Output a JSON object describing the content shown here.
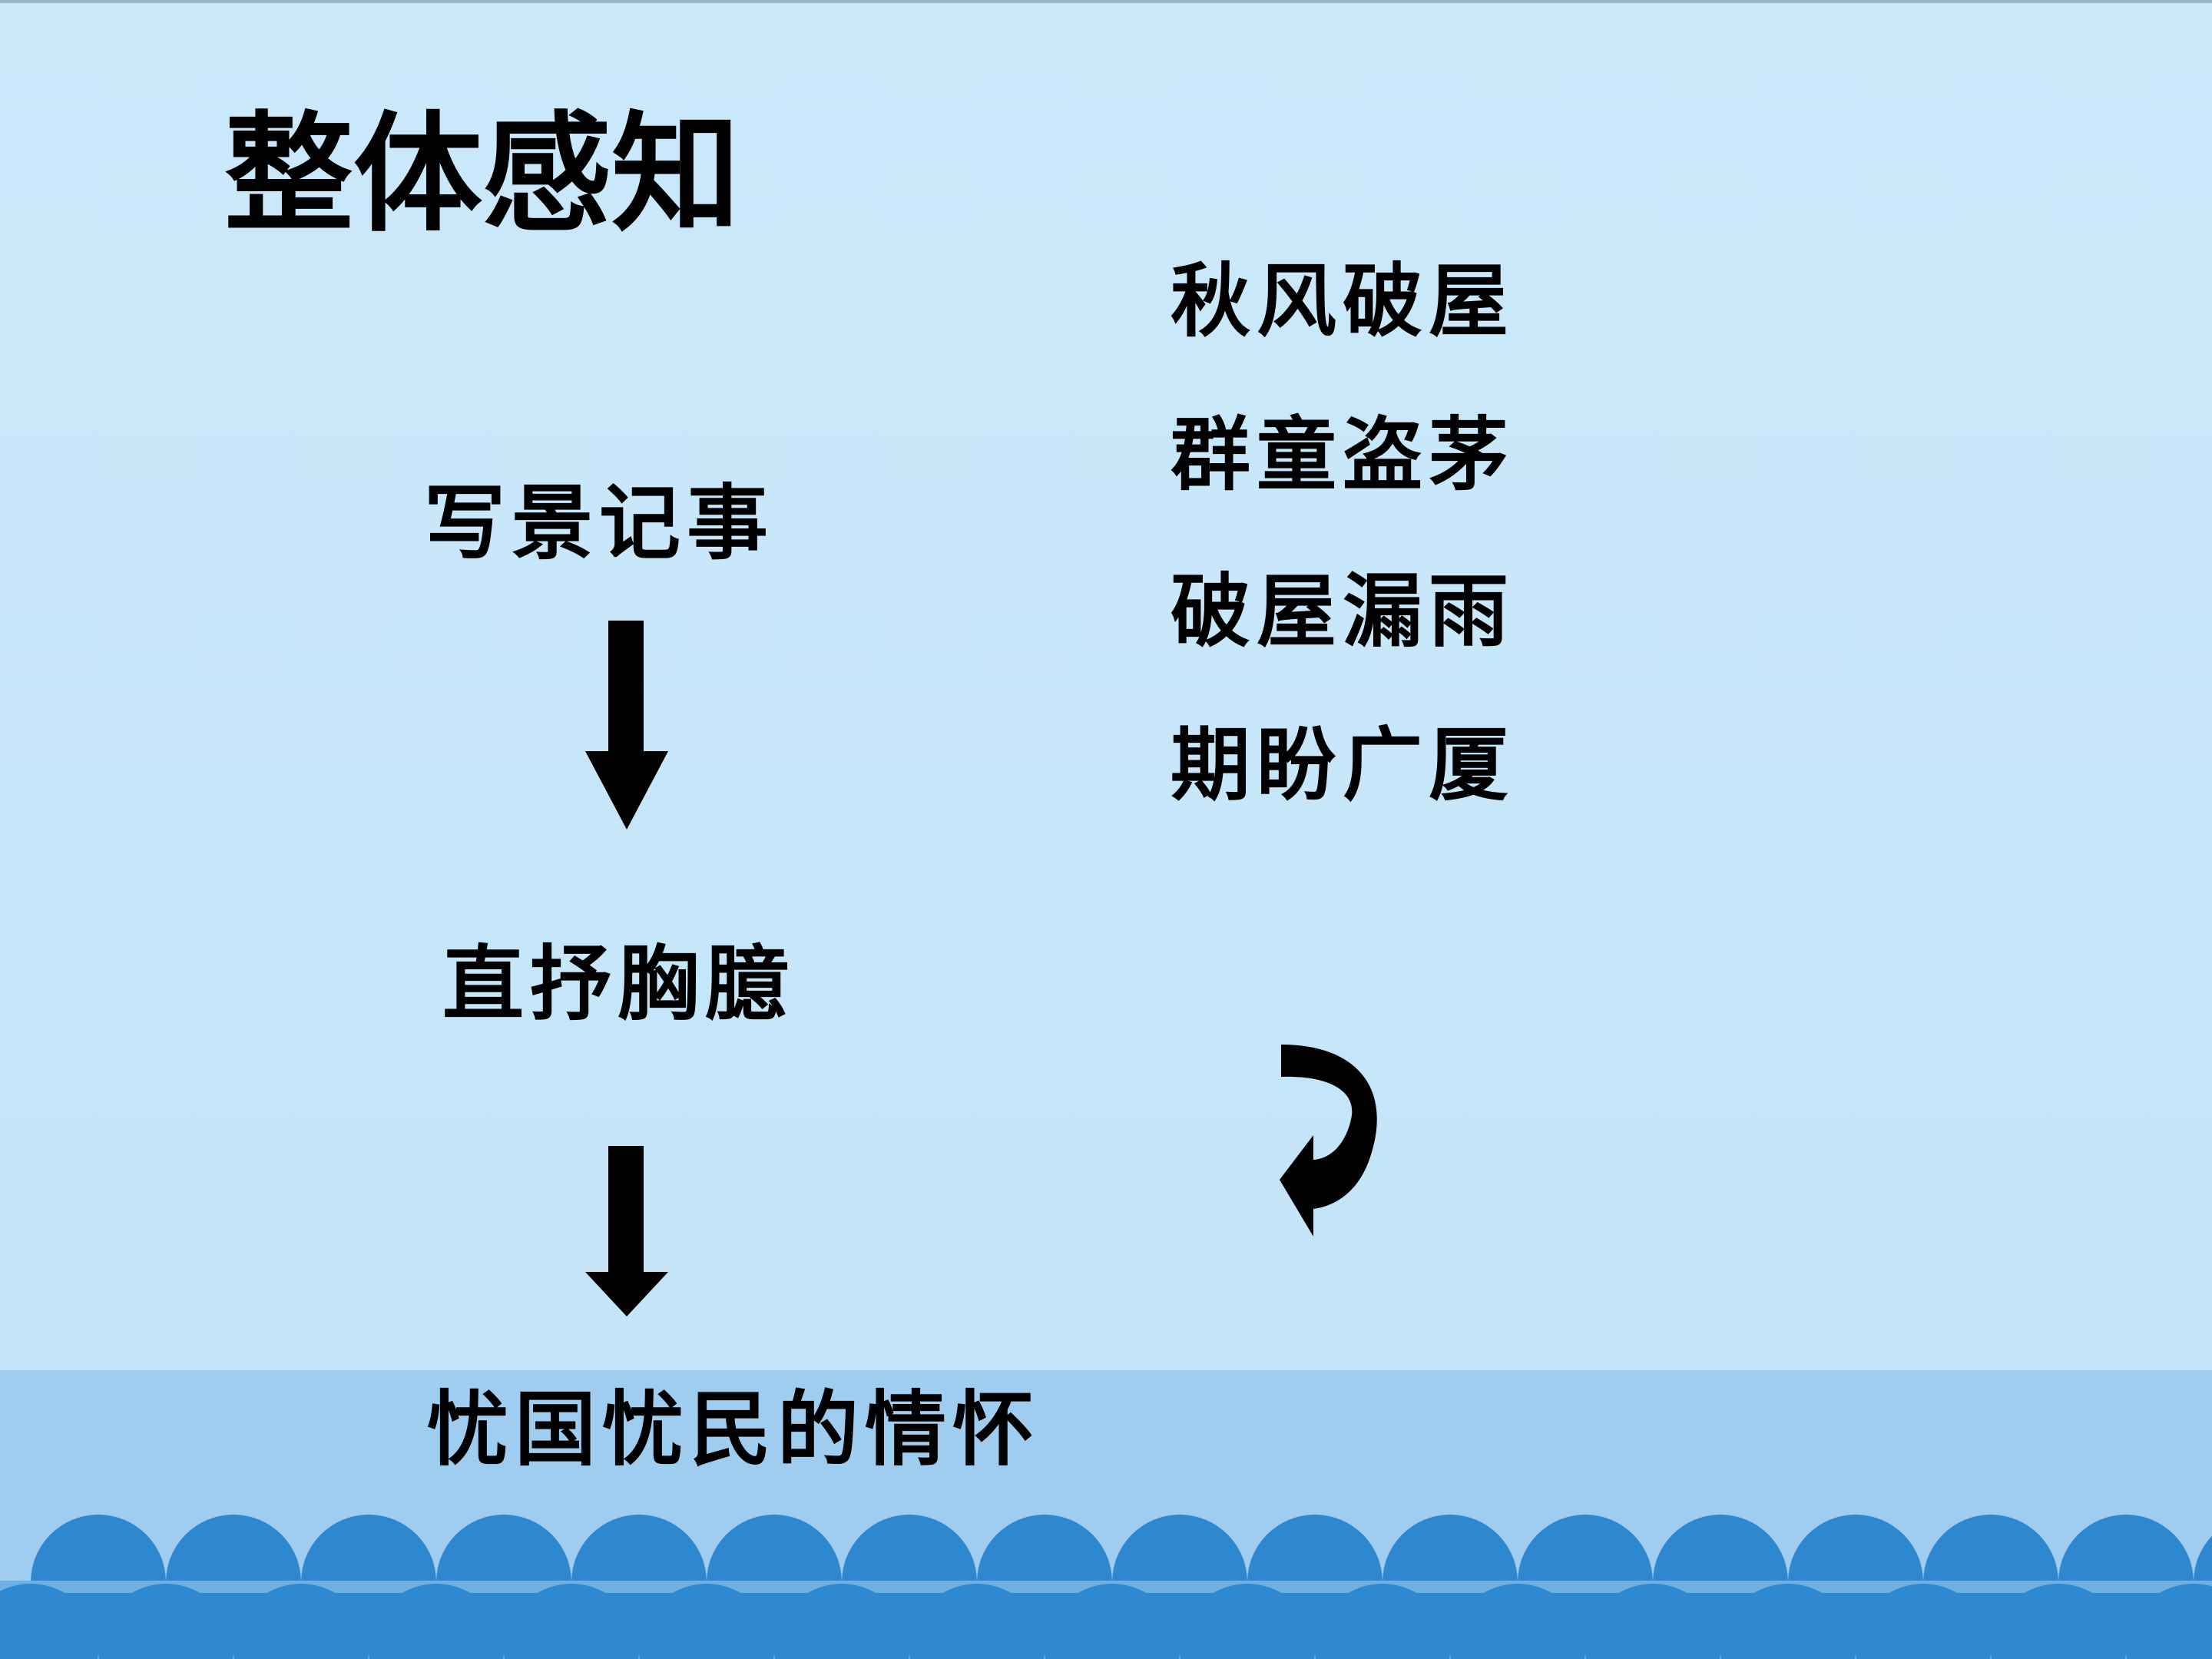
{
  "slide": {
    "title": "整体感知",
    "left_column": {
      "top": "写景记事",
      "middle": "直抒胸臆",
      "bottom": "忧国忧民的情怀"
    },
    "right_column": {
      "items": [
        "秋风破屋",
        "群童盗茅",
        "破屋漏雨",
        "期盼广厦"
      ]
    }
  },
  "icons": {
    "arrow_down_1": "arrow-down-icon",
    "arrow_down_2": "arrow-down-icon",
    "curved_arrow": "curved-arrow-icon"
  },
  "colors": {
    "background": "#c9e8fb",
    "band": "#9fcdf0",
    "scales": "#2e87cf",
    "text": "#000000"
  }
}
